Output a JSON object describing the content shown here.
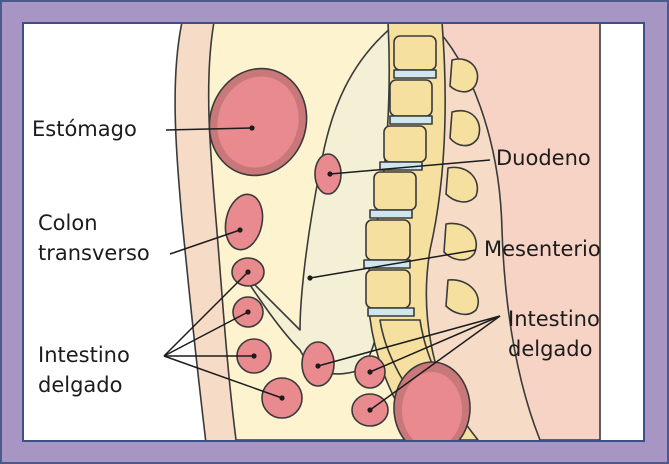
{
  "labels": {
    "stomach": "Estómago",
    "colon_line1": "Colon",
    "colon_line2": "transverso",
    "small_intestine_left_line1": "Intestino",
    "small_intestine_left_line2": "delgado",
    "duodenum": "Duodeno",
    "mesentery": "Mesenterio",
    "small_intestine_right_line1": "Intestino",
    "small_intestine_right_line2": "delgado"
  },
  "colors": {
    "frame": "#a796c4",
    "frame_border": "#3c4f86",
    "skin": "#f6dcc6",
    "cavity": "#fdf3cf",
    "organ": "#e98a8f",
    "organ_dark": "#b66768",
    "vertebra": "#f5e0a0",
    "disc": "#cfe6ee",
    "spinal_tissue": "#f7d3c6"
  }
}
